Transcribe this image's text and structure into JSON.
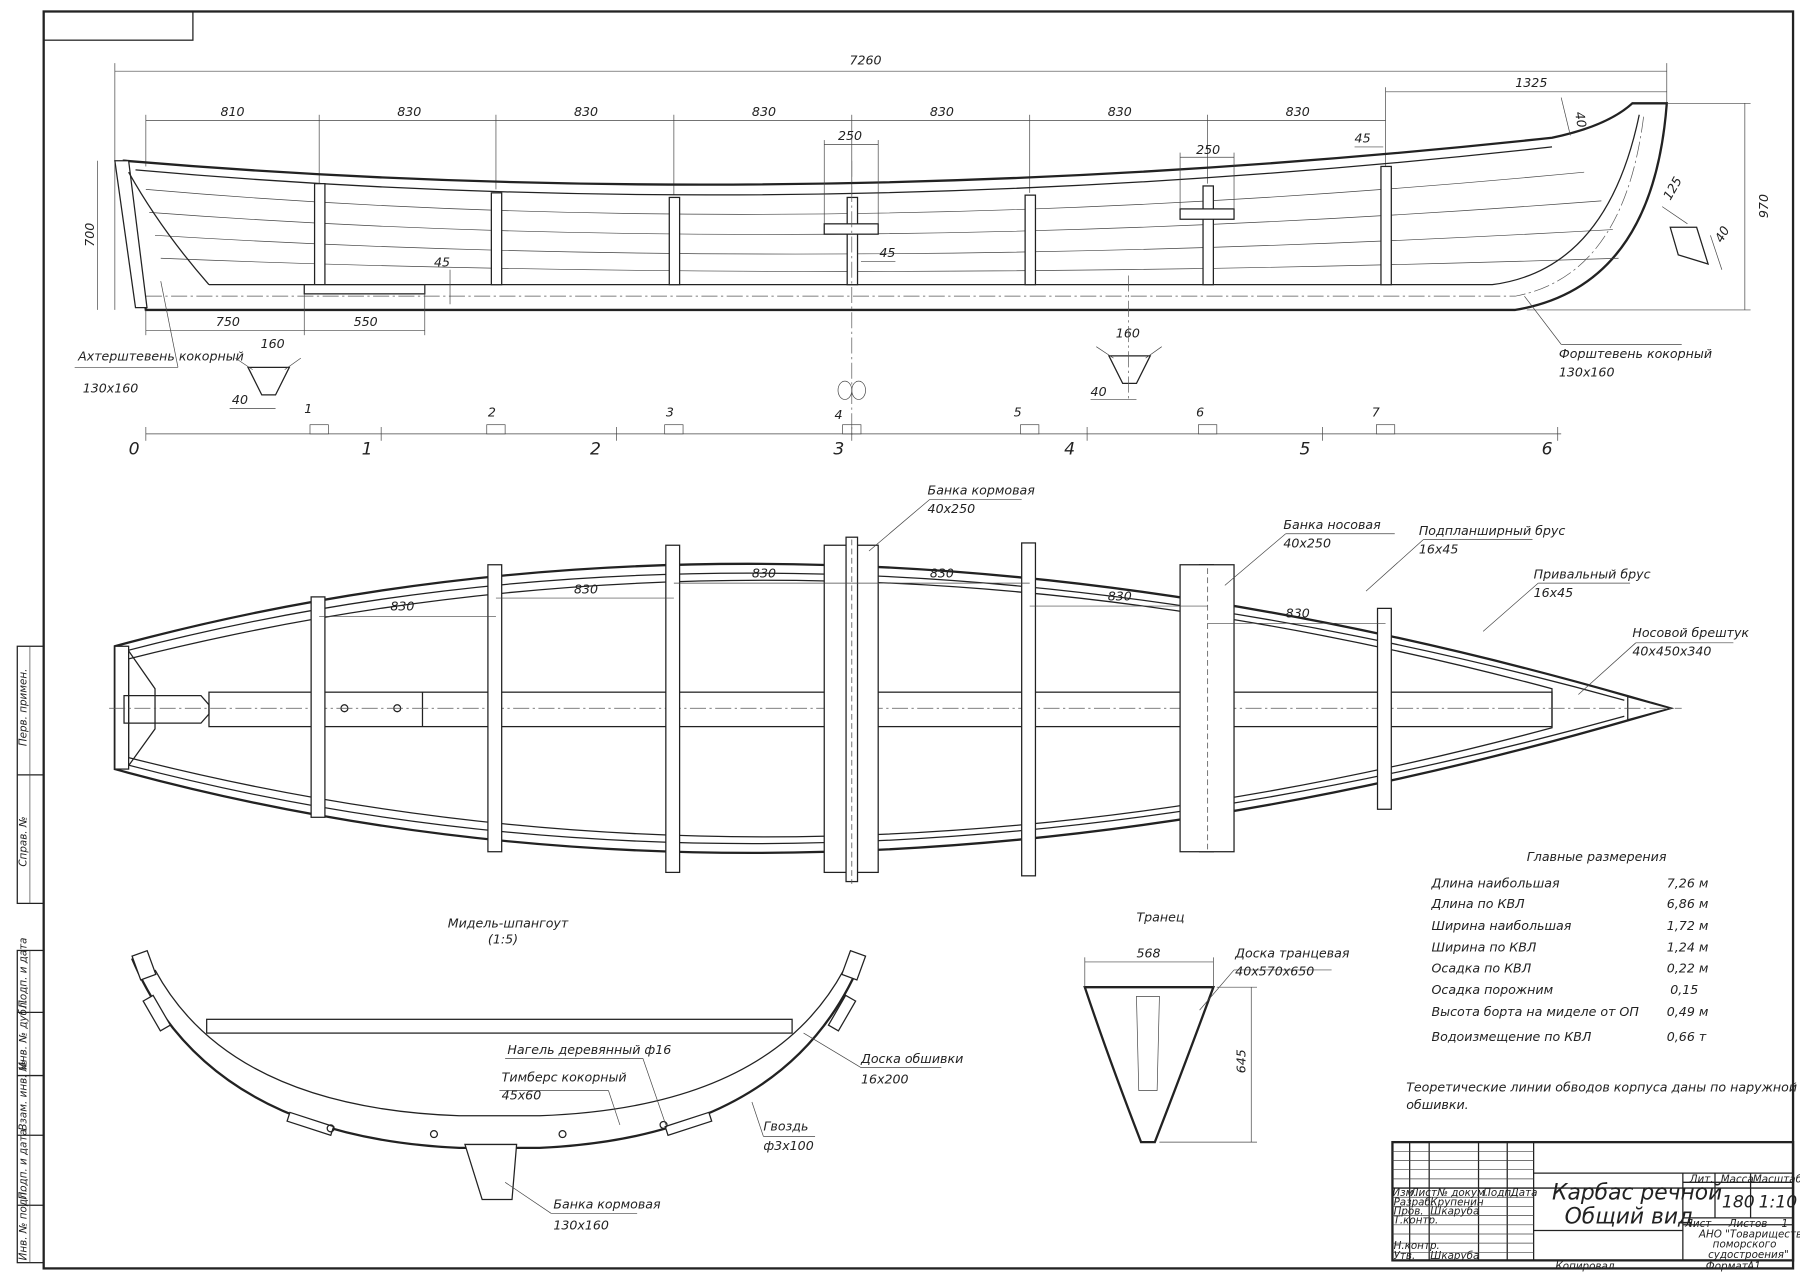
{
  "profile": {
    "overall_length": "7260",
    "spacings": [
      "810",
      "830",
      "830",
      "830",
      "830",
      "830",
      "830"
    ],
    "bow_overhang": "1325",
    "height_aft": "700",
    "height_bow": "970",
    "dim_45_a": "45",
    "dim_45_b": "45",
    "dim_45_c": "45",
    "dim_40_top": "40",
    "dim_40_stem": "40",
    "dim_125": "125",
    "thwart_width_1": "250",
    "thwart_width_2": "250",
    "dim_750": "750",
    "dim_550": "550",
    "keel_width_1": "160",
    "keel_width_2": "160",
    "keel_40_1": "40",
    "keel_40_2": "40",
    "stern_post_label": "Ахтерштевень кокорный",
    "stern_post_size": "130х160",
    "stem_label": "Форштевень кокорный",
    "stem_size": "130х160",
    "frame_numbers": [
      "1",
      "2",
      "3",
      "4",
      "5",
      "6",
      "7"
    ],
    "scale_labels": [
      "0",
      "1",
      "2",
      "3",
      "4",
      "5",
      "6"
    ]
  },
  "plan": {
    "spacings": [
      "830",
      "830",
      "830",
      "830",
      "830",
      "830"
    ],
    "stern_thwart_label": "Банка кормовая",
    "stern_thwart_size": "40х250",
    "bow_thwart_label": "Банка носовая",
    "bow_thwart_size": "40х250",
    "gunwale_label": "Подпланширный брус",
    "gunwale_size": "16х45",
    "rubrail_label": "Привальный брус",
    "rubrail_size": "16х45",
    "breasthook_label": "Носовой брештук",
    "breasthook_size": "40х450х340"
  },
  "midship": {
    "title": "Мидель-шпангоут",
    "scale": "(1:5)",
    "trenail_label": "Нагель деревянный ф16",
    "timber_label": "Тимберс кокорный",
    "timber_size": "45х60",
    "plank_label": "Доска обшивки",
    "plank_size": "16х200",
    "nail_label": "Гвоздь",
    "nail_size": "ф3х100",
    "keel_label": "Банка кормовая",
    "keel_size": "130х160"
  },
  "transom": {
    "title": "Транец",
    "width": "568",
    "height": "645",
    "board_label": "Доска транцевая",
    "board_size": "40х570х650"
  },
  "main_dimensions": {
    "title": "Главные размерения",
    "rows": [
      {
        "label": "Длина наибольшая",
        "value": "7,26 м"
      },
      {
        "label": "Длина по КВЛ",
        "value": "6,86 м"
      },
      {
        "label": "Ширина наибольшая",
        "value": "1,72 м"
      },
      {
        "label": "Ширина по КВЛ",
        "value": "1,24 м"
      },
      {
        "label": "Осадка по КВЛ",
        "value": "0,22 м"
      },
      {
        "label": "Осадка порожним",
        "value": "0,15"
      },
      {
        "label": "Высота борта на миделе от ОП",
        "value": "0,49 м"
      },
      {
        "label": "Водоизмещение по КВЛ",
        "value": "0,66 т"
      }
    ],
    "note_line1": "Теоретические линии обводов корпуса даны по наружной кромке",
    "note_line2": "обшивки."
  },
  "title_block": {
    "title_line1": "Карбас речной",
    "title_line2": "Общий вид",
    "col_izm": "Изм.",
    "col_list": "Лист",
    "col_doc": "№ докум.",
    "col_sign": "Подп.",
    "col_date": "Дата",
    "role_razrab": "Разраб.",
    "name_razrab": "Крупенин",
    "role_prov": "Пров.",
    "name_prov": "Шкаруба",
    "role_tkontr": "Т.контр.",
    "role_nkontr": "Н.контр.",
    "role_utv": "Утв.",
    "name_utv": "Шкаруба",
    "lit_label": "Лит.",
    "mass_label": "Масса",
    "scale_label": "Масштаб",
    "mass": "180",
    "scale": "1:10",
    "sheet_label": "Лист",
    "sheets_label": "Листов",
    "sheets": "1",
    "org_line1": "АНО \"Товарищество",
    "org_line2": "поморского",
    "org_line3": "судостроения\"",
    "copied": "Копировал",
    "format_label": "Формат",
    "format": "А1"
  },
  "side_stamp": [
    "Перв. примен.",
    "Справ. №",
    "Подп. и дата",
    "Инв. № дубл.",
    "Взам. инв. №",
    "Подп. и дата",
    "Инв. № подл."
  ]
}
